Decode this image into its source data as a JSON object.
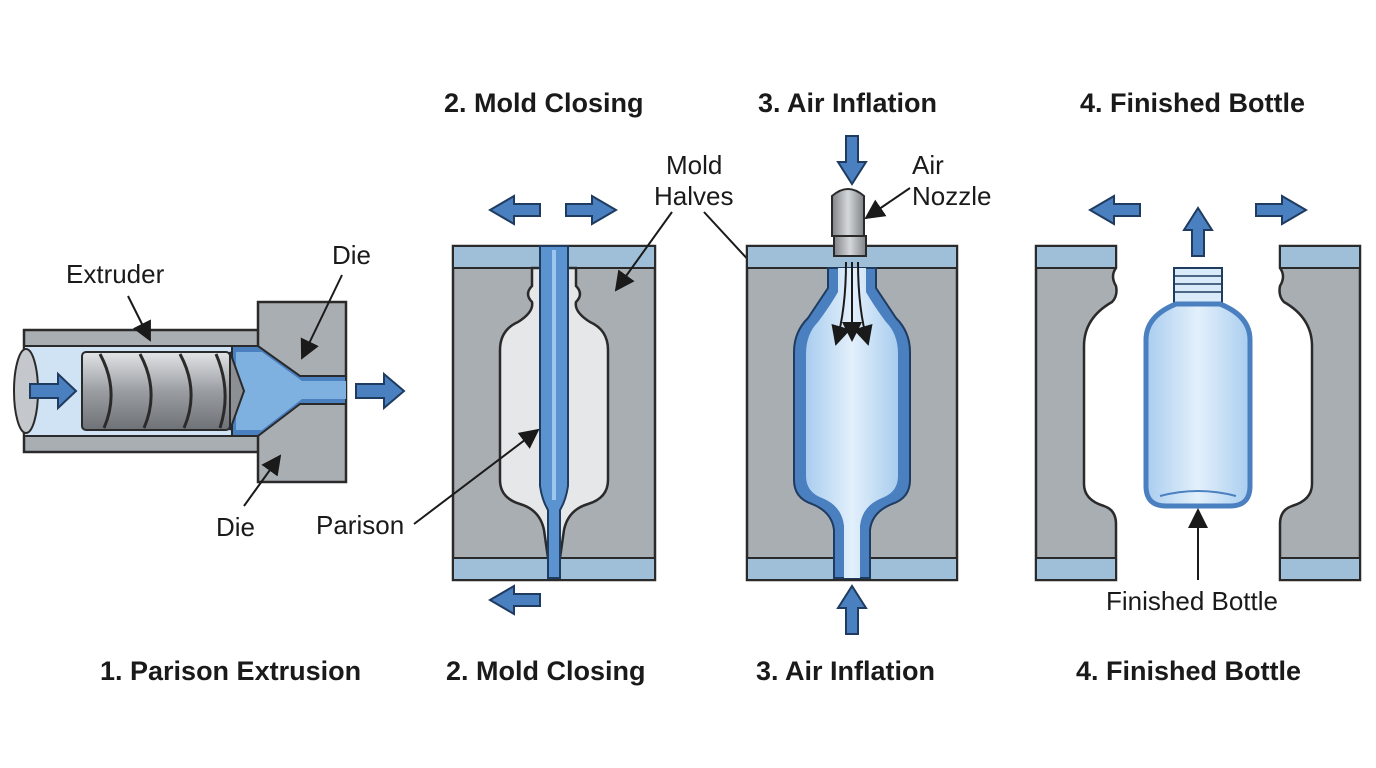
{
  "top_titles": {
    "mold_closing": "2. Mold Closing",
    "air_inflation": "3. Air Inflation",
    "finished_bottle": "4. Finished Bottle"
  },
  "bottom_titles": {
    "parison_extrusion": "1. Parison Extrusion",
    "mold_closing": "2. Mold Closing",
    "air_inflation": "3. Air Inflation",
    "finished_bottle": "4. Finished Bottle"
  },
  "labels": {
    "extruder": "Extruder",
    "die_top": "Die",
    "die_bottom": "Die",
    "parison": "Parison",
    "mold_halves_line1": "Mold",
    "mold_halves_line2": "Halves",
    "air_nozzle_line1": "Air",
    "air_nozzle_line2": "Nozzle",
    "finished_bottle": "Finished Bottle"
  },
  "colors": {
    "mold_gray": "#a9aeb3",
    "plastic_blue": "#4a7fc0",
    "light_blue": "#c9e0f5",
    "plate_blue": "#9fbfd9"
  }
}
